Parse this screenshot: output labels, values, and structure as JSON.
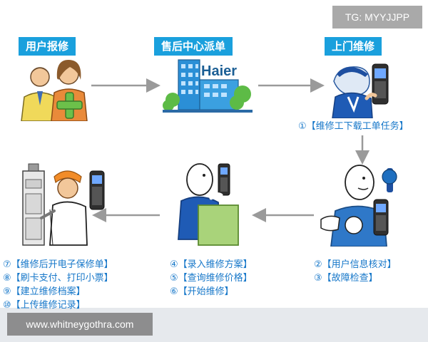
{
  "tag": "TG: MYYJJPP",
  "watermark": "www.whitneygothra.com",
  "building_logo": "Haier",
  "colors": {
    "title_bg": "#1aa0dd",
    "task_text": "#1677c9",
    "arrow": "#9a9a9a"
  },
  "steps": [
    {
      "title": "用户报修",
      "illustration": "user-couple-icon",
      "tasks": []
    },
    {
      "title": "售后中心派单",
      "illustration": "haier-building-icon",
      "tasks": []
    },
    {
      "title": "上门维修",
      "illustration": "technician-with-terminal-icon",
      "tasks": [
        "①【维修工下载工单任务】"
      ]
    },
    {
      "title": "",
      "illustration": "technician-with-wrench-terminal-icon",
      "tasks": [
        "②【用户信息核对】",
        "③【故障检查】"
      ]
    },
    {
      "title": "",
      "illustration": "technician-at-desk-icon",
      "tasks": [
        "④【录入维修方案】",
        "⑤【查询维修价格】",
        "⑥【开始维修】"
      ]
    },
    {
      "title": "",
      "illustration": "technician-with-machine-icon",
      "tasks": [
        "⑦【维修后开电子保修单】",
        "⑧【刷卡支付、打印小票】",
        "⑨【建立维修档案】",
        "⑩【上传维修记录】"
      ]
    }
  ]
}
